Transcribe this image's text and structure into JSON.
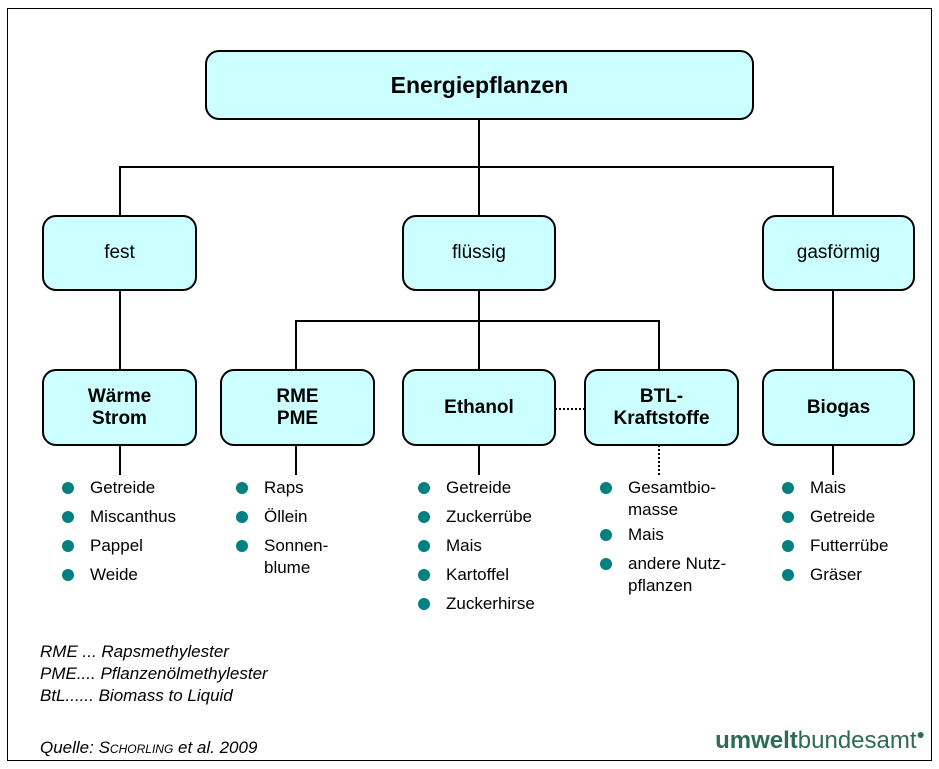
{
  "root": {
    "label": "Energiepflanzen"
  },
  "categories": [
    {
      "label": "fest"
    },
    {
      "label": "flüssig"
    },
    {
      "label": "gasförmig"
    }
  ],
  "products": [
    {
      "line1": "Wärme",
      "line2": "Strom"
    },
    {
      "line1": "RME",
      "line2": "PME"
    },
    {
      "line1": "Ethanol",
      "line2": ""
    },
    {
      "line1": "BTL-",
      "line2": "Kraftstoffe"
    },
    {
      "line1": "Biogas",
      "line2": ""
    }
  ],
  "plants": [
    [
      "Getreide",
      "Miscanthus",
      "Pappel",
      "Weide"
    ],
    [
      "Raps",
      "Öllein",
      "Sonnen-\nblume"
    ],
    [
      "Getreide",
      "Zuckerrübe",
      "Mais",
      "Kartoffel",
      "Zuckerhirse"
    ],
    [
      "Gesamtbio-\nmasse",
      "Mais",
      "andere Nutz-\npflanzen"
    ],
    [
      "Mais",
      "Getreide",
      "Futterrübe",
      "Gräser"
    ]
  ],
  "legend": [
    "RME ... Rapsmethylester",
    "PME.... Pflanzenölmethylester",
    "BtL...... Biomass to Liquid"
  ],
  "source": {
    "prefix": "Quelle: ",
    "author": "Schorling",
    "suffix": " et al. 2009"
  },
  "logo": {
    "part1": "umwelt",
    "part2": "bundesamt",
    "mark": "●"
  },
  "colors": {
    "box_fill": "#ccffff",
    "bullet": "#008080",
    "logo": "#2d6b55"
  }
}
